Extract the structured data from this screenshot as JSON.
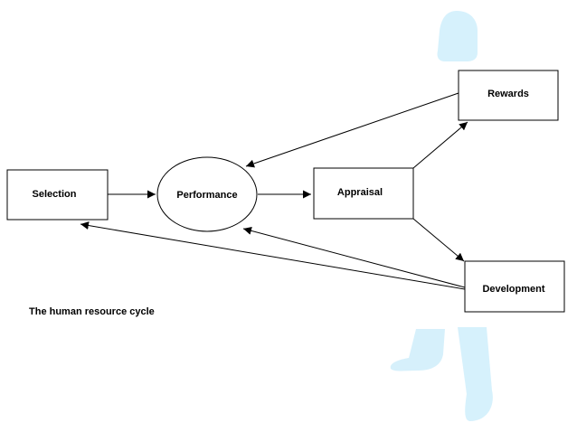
{
  "diagram": {
    "nodes": {
      "selection": {
        "label": "Selection",
        "shape": "rectangle"
      },
      "performance": {
        "label": "Performance",
        "shape": "ellipse"
      },
      "appraisal": {
        "label": "Appraisal",
        "shape": "rectangle"
      },
      "rewards": {
        "label": "Rewards",
        "shape": "rectangle"
      },
      "development": {
        "label": "Development",
        "shape": "rectangle"
      }
    },
    "edges": [
      {
        "from": "selection",
        "to": "performance"
      },
      {
        "from": "performance",
        "to": "appraisal"
      },
      {
        "from": "appraisal",
        "to": "rewards"
      },
      {
        "from": "appraisal",
        "to": "development"
      },
      {
        "from": "rewards",
        "to": "performance"
      },
      {
        "from": "development",
        "to": "performance"
      },
      {
        "from": "development",
        "to": "selection"
      }
    ],
    "caption": "The human resource cycle"
  },
  "colors": {
    "stroke": "#000000",
    "fill": "#ffffff",
    "figure": "#cfeefb"
  },
  "decoration": {
    "background_figure": "person-silhouette"
  }
}
